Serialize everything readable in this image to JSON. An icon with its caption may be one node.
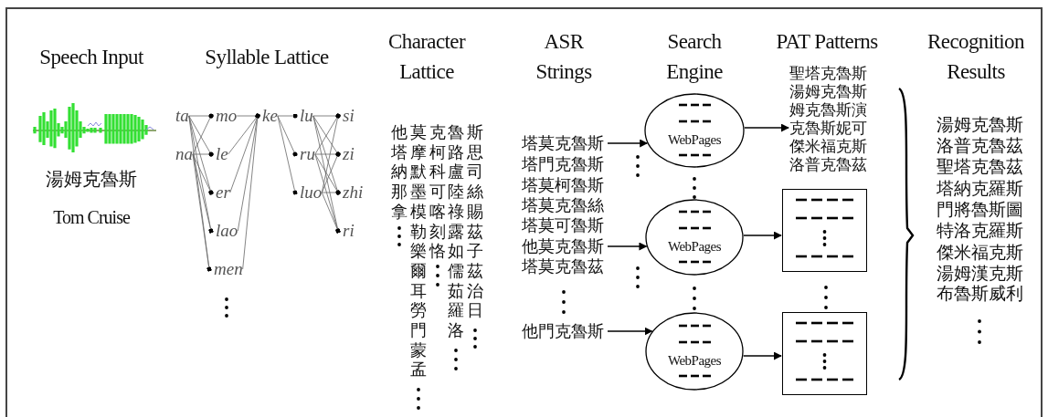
{
  "diagram": {
    "nodes": [
      {
        "text": [
          "ta"
        ]
      },
      {
        "text": [
          "na"
        ]
      },
      {
        "text": [
          "mo"
        ]
      },
      {
        "text": [
          "le"
        ]
      },
      {
        "text": [
          "er"
        ]
      },
      {
        "text": [
          "lao"
        ]
      },
      {
        "text": [
          "men"
        ]
      },
      {
        "text": [
          "ke"
        ]
      },
      {
        "text": [
          "lu"
        ]
      },
      {
        "text": [
          "ru"
        ]
      },
      {
        "text": [
          "luo"
        ]
      },
      {
        "text": [
          "si"
        ]
      },
      {
        "text": [
          "zi"
        ]
      },
      {
        "text": [
          "zhi"
        ]
      },
      {
        "text": [
          "ri"
        ]
      },
      {
        "text": [
          "塔莫克魯斯"
        ]
      },
      {
        "text": [
          "他莫克魯斯"
        ]
      },
      {
        "text": [
          "他門克魯斯"
        ]
      },
      {
        "text": [
          "WebPages"
        ]
      },
      {
        "text": [
          "WebPages"
        ]
      },
      {
        "text": [
          "WebPages"
        ]
      },
      {
        "text": [
          "聖塔克魯斯",
          "湯姆克魯斯",
          "姆克魯斯演",
          "克魯斯妮可",
          "傑米福克斯",
          "洛普克魯茲"
        ]
      },
      {
        "text": [],
        "shape": "box"
      },
      {
        "text": [],
        "shape": "box"
      }
    ],
    "edges": [
      {
        "from": 0,
        "to": 2,
        "arrow": "other"
      },
      {
        "from": 0,
        "to": 3,
        "arrow": "other"
      },
      {
        "from": 0,
        "to": 4,
        "arrow": "other"
      },
      {
        "from": 0,
        "to": 5,
        "arrow": "other"
      },
      {
        "from": 0,
        "to": 6,
        "arrow": "other"
      },
      {
        "from": 1,
        "to": 2,
        "arrow": "other"
      },
      {
        "from": 1,
        "to": 3,
        "arrow": "other"
      },
      {
        "from": 1,
        "to": 4,
        "arrow": "other"
      },
      {
        "from": 1,
        "to": 5,
        "arrow": "other"
      },
      {
        "from": 1,
        "to": 6,
        "arrow": "other"
      },
      {
        "from": 2,
        "to": 7,
        "arrow": "other"
      },
      {
        "from": 3,
        "to": 7,
        "arrow": "other"
      },
      {
        "from": 4,
        "to": 7,
        "arrow": "other"
      },
      {
        "from": 5,
        "to": 7,
        "arrow": "other"
      },
      {
        "from": 6,
        "to": 7,
        "arrow": "other"
      },
      {
        "from": 7,
        "to": 8,
        "arrow": "other"
      },
      {
        "from": 7,
        "to": 9,
        "arrow": "other"
      },
      {
        "from": 7,
        "to": 10,
        "arrow": "other"
      },
      {
        "from": 8,
        "to": 11,
        "arrow": "other"
      },
      {
        "from": 8,
        "to": 12,
        "arrow": "other"
      },
      {
        "from": 8,
        "to": 13,
        "arrow": "other"
      },
      {
        "from": 8,
        "to": 14,
        "arrow": "other"
      },
      {
        "from": 9,
        "to": 11,
        "arrow": "other"
      },
      {
        "from": 9,
        "to": 12,
        "arrow": "other"
      },
      {
        "from": 9,
        "to": 13,
        "arrow": "other"
      },
      {
        "from": 9,
        "to": 14,
        "arrow": "other"
      },
      {
        "from": 10,
        "to": 11,
        "arrow": "other"
      },
      {
        "from": 10,
        "to": 12,
        "arrow": "other"
      },
      {
        "from": 10,
        "to": 13,
        "arrow": "other"
      },
      {
        "from": 10,
        "to": 14,
        "arrow": "other"
      },
      {
        "from": 15,
        "to": 18,
        "arrow": "to",
        "color": "#000000"
      },
      {
        "from": 16,
        "to": 19,
        "arrow": "to",
        "color": "#000000"
      },
      {
        "from": 17,
        "to": 20,
        "arrow": "to",
        "color": "#000000"
      },
      {
        "from": 18,
        "to": 21,
        "arrow": "to",
        "color": "#000000"
      },
      {
        "from": 19,
        "to": 22,
        "arrow": "to",
        "color": "#000000"
      },
      {
        "from": 20,
        "to": 23,
        "arrow": "to",
        "color": "#000000"
      }
    ],
    "labels": [
      "Speech Input",
      "Syllable Lattice",
      "Character Lattice",
      "ASR Strings",
      "Search Engine",
      "PAT Patterns",
      "Recognition Results",
      "湯姆克魯斯",
      "Tom Cruise",
      "他塔納那拿",
      "莫摩默墨模勒樂爾耳勞門蒙孟",
      "克柯科可喀刻恪",
      "魯路盧陸祿露如儒茹羅洛",
      "斯思司絲賜茲子茲治日",
      "塔門克魯斯",
      "塔莫柯魯斯",
      "塔莫克魯絲",
      "塔莫可魯斯",
      "塔莫克魯茲",
      "湯姆克魯斯",
      "洛普克魯茲",
      "聖塔克魯茲",
      "塔納克羅斯",
      "門將魯斯圖",
      "特洛克羅斯",
      "傑米福克斯",
      "湯姆漢克斯",
      "布魯斯威利"
    ]
  }
}
